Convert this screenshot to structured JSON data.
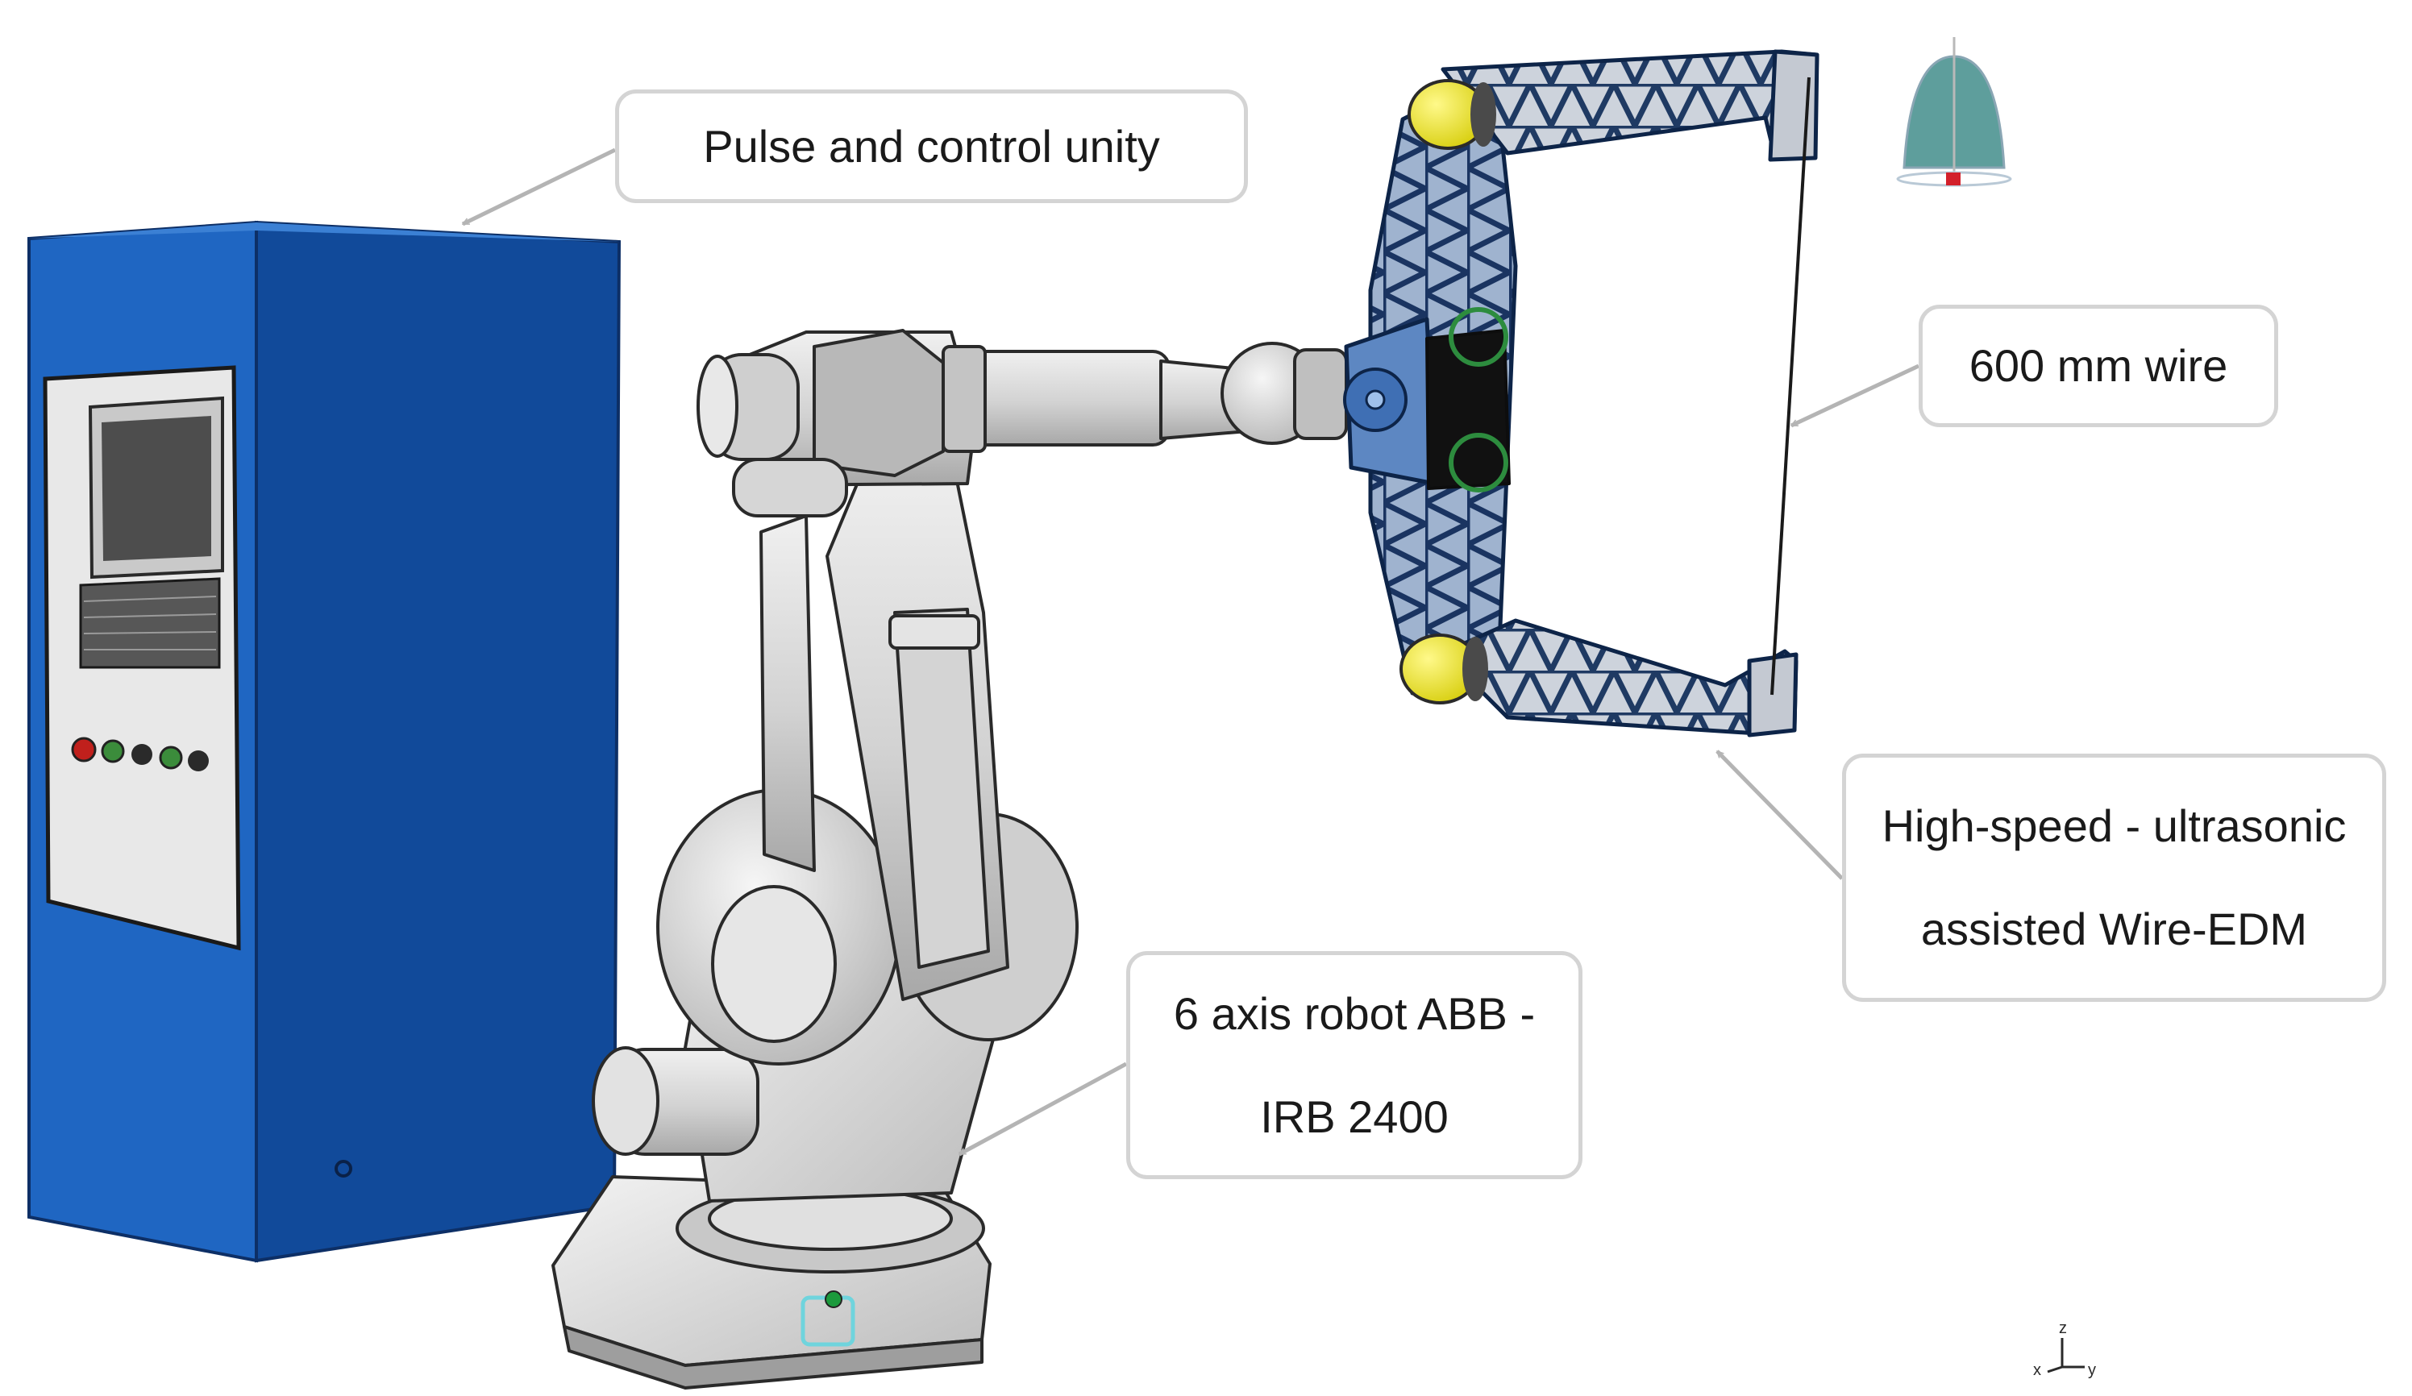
{
  "callouts": {
    "pulse_control": {
      "text": "Pulse and control unity"
    },
    "wire": {
      "text": "600 mm wire"
    },
    "wire_edm": {
      "line1": "High-speed - ultrasonic",
      "line2": "assisted Wire-EDM"
    },
    "robot": {
      "line1": "6 axis robot ABB -",
      "line2": "IRB 2400"
    }
  },
  "axis_triad": {
    "z": "z",
    "x": "x",
    "y": "y"
  },
  "colors": {
    "cabinet_front": "#1f66c2",
    "cabinet_side": "#114a9a",
    "robot_body": "#dcdcdc",
    "robot_outline": "#2a2a2a",
    "truss": "#1f3a63",
    "roller_yellow": "#f2ea2e",
    "callout_border": "#d4d4d4",
    "leader_line": "#b4b4b4"
  }
}
